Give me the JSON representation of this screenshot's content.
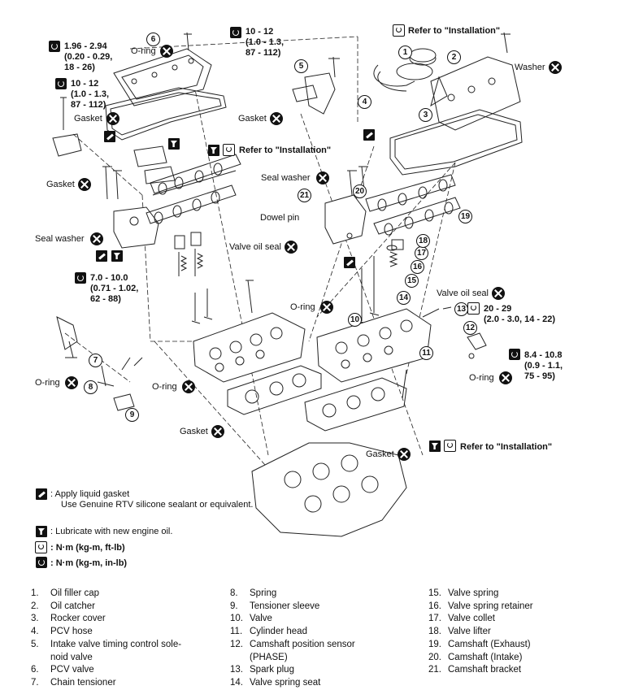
{
  "callouts": {
    "refer_installation": "Refer to \"Installation\"",
    "torque_6": [
      "1.96 - 2.94",
      "(0.20 - 0.29,",
      "18 - 26)"
    ],
    "torque_left_cover": [
      "10 - 12",
      "(1.0 - 1.3,",
      "87 - 112)"
    ],
    "torque_5": [
      "10 - 12",
      "(1.0 - 1.3,",
      "87 - 112)"
    ],
    "torque_left_head": [
      "7.0 - 10.0",
      "(0.71 - 1.02,",
      "62 - 88)"
    ],
    "torque_13": [
      "20 - 29",
      "(2.0 - 3.0, 14 - 22)"
    ],
    "torque_12": [
      "8.4 - 10.8",
      "(0.9 - 1.1,",
      "75 - 95)"
    ],
    "o_ring": "O-ring",
    "washer": "Washer",
    "gasket": "Gasket",
    "seal_washer": "Seal washer",
    "dowel_pin": "Dowel pin",
    "valve_oil_seal": "Valve oil seal"
  },
  "legend": {
    "liquid_gasket_1": ": Apply liquid gasket",
    "liquid_gasket_2": "Use Genuine RTV silicone sealant or equivalent.",
    "lubricate": ": Lubricate with new engine oil.",
    "nm_ftlb": ": N·m (kg-m, ft-lb)",
    "nm_inlb": ": N·m (kg-m, in-lb)"
  },
  "parts": [
    [
      "1.",
      "Oil filler cap"
    ],
    [
      "2.",
      "Oil catcher"
    ],
    [
      "3.",
      "Rocker cover"
    ],
    [
      "4.",
      "PCV hose"
    ],
    [
      "5.",
      "Intake valve timing control sole-"
    ],
    [
      "",
      "noid valve"
    ],
    [
      "6.",
      "PCV valve"
    ],
    [
      "7.",
      "Chain tensioner"
    ],
    [
      "8.",
      "Spring"
    ],
    [
      "9.",
      "Tensioner sleeve"
    ],
    [
      "10.",
      "Valve"
    ],
    [
      "11.",
      "Cylinder head"
    ],
    [
      "12.",
      "Camshaft position sensor"
    ],
    [
      "",
      "(PHASE)"
    ],
    [
      "13.",
      "Spark plug"
    ],
    [
      "14.",
      "Valve spring seat"
    ],
    [
      "15.",
      "Valve spring"
    ],
    [
      "16.",
      "Valve spring retainer"
    ],
    [
      "17.",
      "Valve collet"
    ],
    [
      "18.",
      "Valve lifter"
    ],
    [
      "19.",
      "Camshaft (Exhaust)"
    ],
    [
      "20.",
      "Camshaft (Intake)"
    ],
    [
      "21.",
      "Camshaft bracket"
    ]
  ],
  "numbers": [
    "1",
    "2",
    "3",
    "4",
    "5",
    "6",
    "7",
    "8",
    "9",
    "10",
    "11",
    "12",
    "13",
    "14",
    "15",
    "16",
    "17",
    "18",
    "19",
    "20",
    "21"
  ]
}
